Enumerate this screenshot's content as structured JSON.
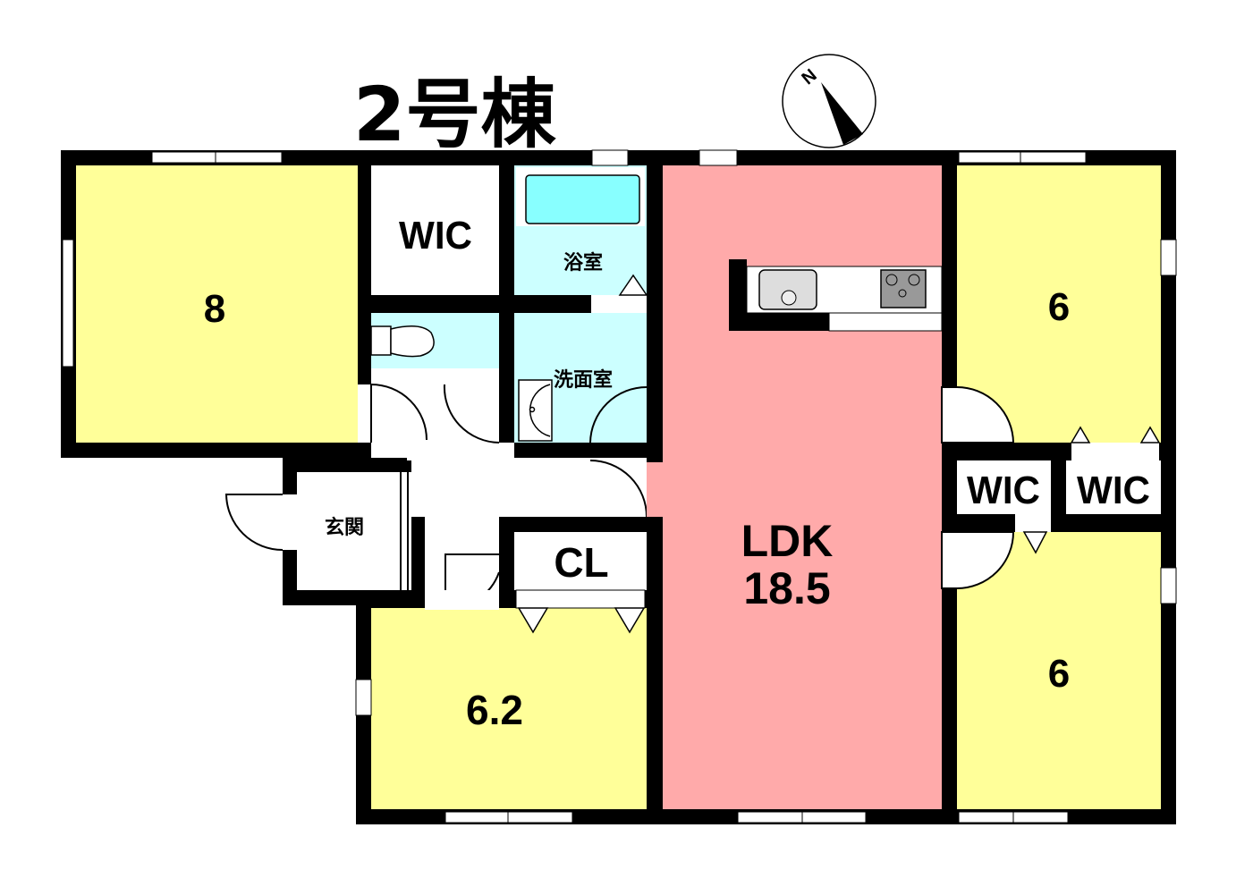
{
  "title": "2号棟",
  "compass": {
    "label": "N"
  },
  "colors": {
    "bedroom": "#ffff99",
    "ldk": "#ffaaaa",
    "wet": "#ccffff",
    "wall": "#000000",
    "storage": "#ffffff"
  },
  "rooms": {
    "room_8": "8",
    "wic_1": "WIC",
    "bath": "浴室",
    "washroom": "洗面室",
    "entrance": "玄関",
    "closet": "CL",
    "ldk_name": "LDK",
    "ldk_size": "18.5",
    "room_6_top": "6",
    "wic_2": "WIC",
    "wic_3": "WIC",
    "room_6_bottom": "6",
    "room_6_2": "6.2"
  }
}
